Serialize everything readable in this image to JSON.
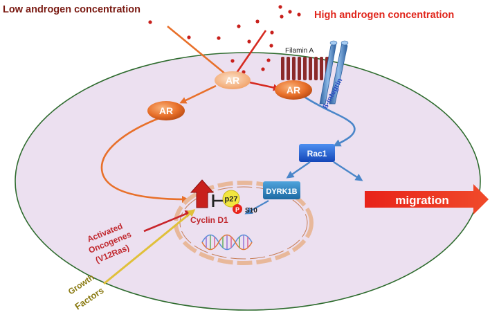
{
  "labels": {
    "low_androgen": "Low androgen concentration",
    "high_androgen": "High androgen concentration",
    "filamin_a": "Filamin A",
    "beta_integrin": "ß-integrin",
    "ar_center": "AR",
    "ar_left": "AR",
    "ar_right": "AR",
    "rac1": "Rac1",
    "dyrk1b": "DYRK1B",
    "p27": "p27",
    "phospho": "P",
    "s10": "S10",
    "cyclin_d1": "Cyclin D1",
    "migration": "migration",
    "oncogenes_line1": "Activated",
    "oncogenes_line2": "Oncogenes",
    "oncogenes_line3": "(V12Ras)",
    "growth_line1": "Growth",
    "growth_line2": "Factors"
  },
  "colors": {
    "cell_fill": "#ece0f0",
    "cell_border": "#2d6b2d",
    "ar_orange": "#e8702a",
    "ar_light": "#f5b486",
    "filamin_red": "#8b2a2a",
    "integrin_blue": "#4a86c9",
    "rac_blue": "#1c5fd1",
    "dyrk_blue": "#2f7fbf",
    "migration_red": "#e8231a",
    "low_text": "#7a1a12",
    "high_text": "#e0261c",
    "oncogene_text": "#c0262c",
    "growth_text": "#8a7a12"
  }
}
